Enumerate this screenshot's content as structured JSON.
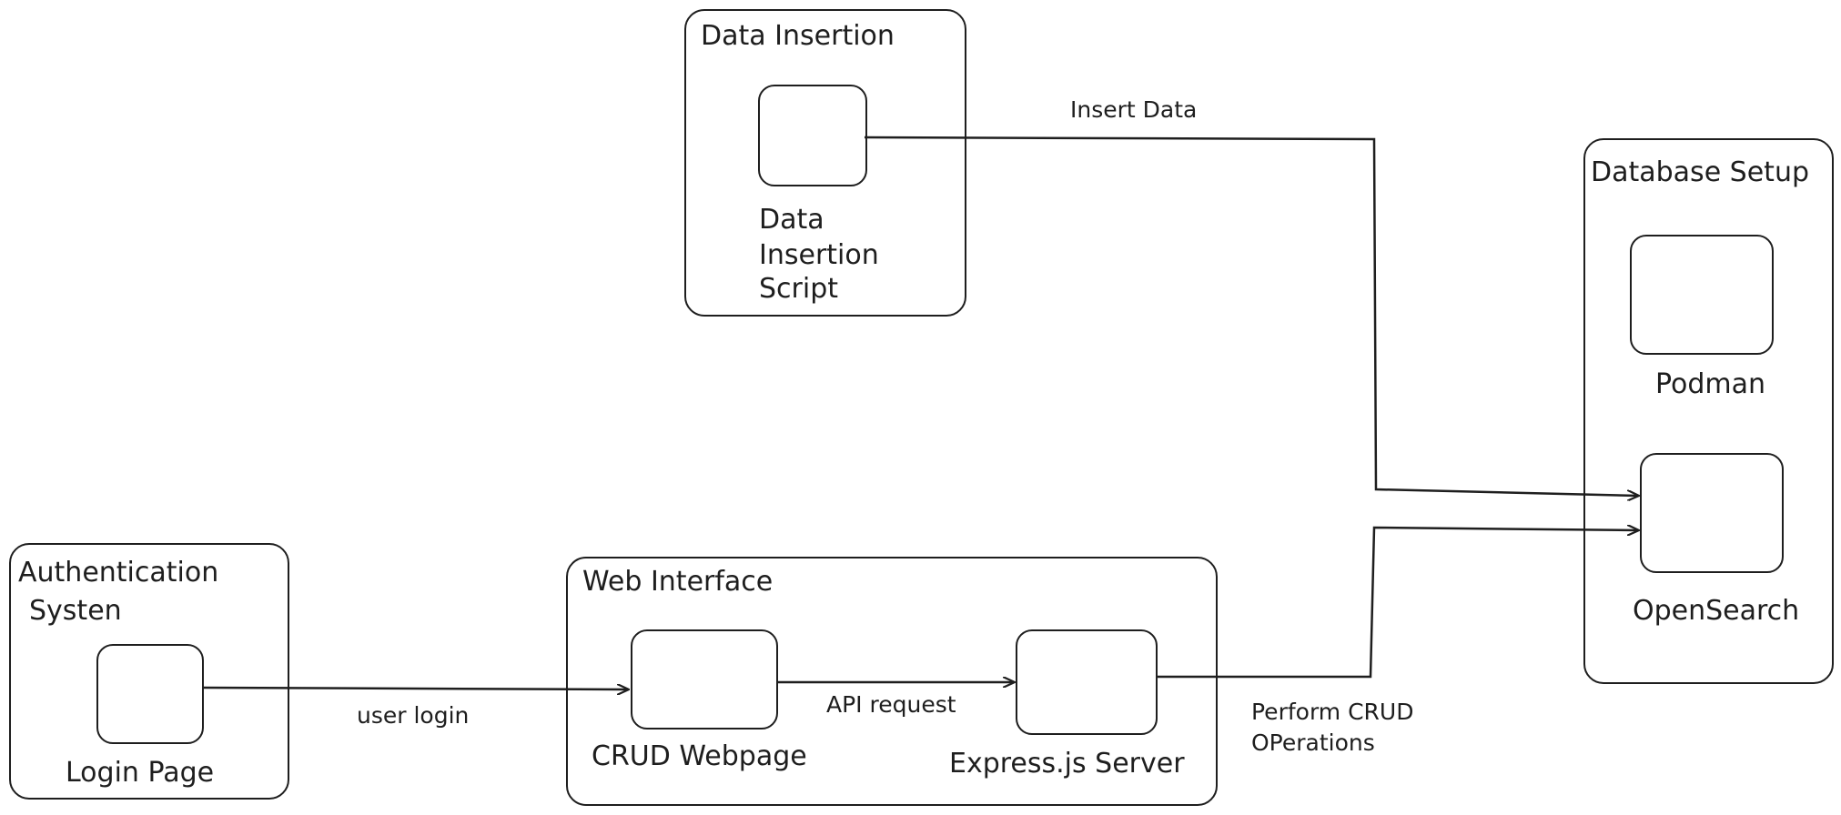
{
  "groups": {
    "data_insertion": {
      "title": "Data Insertion"
    },
    "database_setup": {
      "title": "Database Setup"
    },
    "authentication": {
      "title_line1": "Authentication",
      "title_line2": "Systen"
    },
    "web_interface": {
      "title": "Web Interface"
    }
  },
  "nodes": {
    "data_insertion_script": {
      "line1": "Data",
      "line2": "Insertion",
      "line3": "Script"
    },
    "podman": {
      "label": "Podman"
    },
    "opensearch": {
      "label": "OpenSearch"
    },
    "login_page": {
      "label": "Login Page"
    },
    "crud_webpage": {
      "label": "CRUD Webpage"
    },
    "express_server": {
      "label": "Express.js Server"
    }
  },
  "edges": {
    "insert_data": {
      "label": "Insert Data"
    },
    "user_login": {
      "label": "user login"
    },
    "api_request": {
      "label": "API request"
    },
    "crud_ops": {
      "label_line1": "Perform CRUD",
      "label_line2": "OPerations"
    }
  },
  "colors": {
    "stroke": "#1e1e1e",
    "background": "#ffffff"
  }
}
